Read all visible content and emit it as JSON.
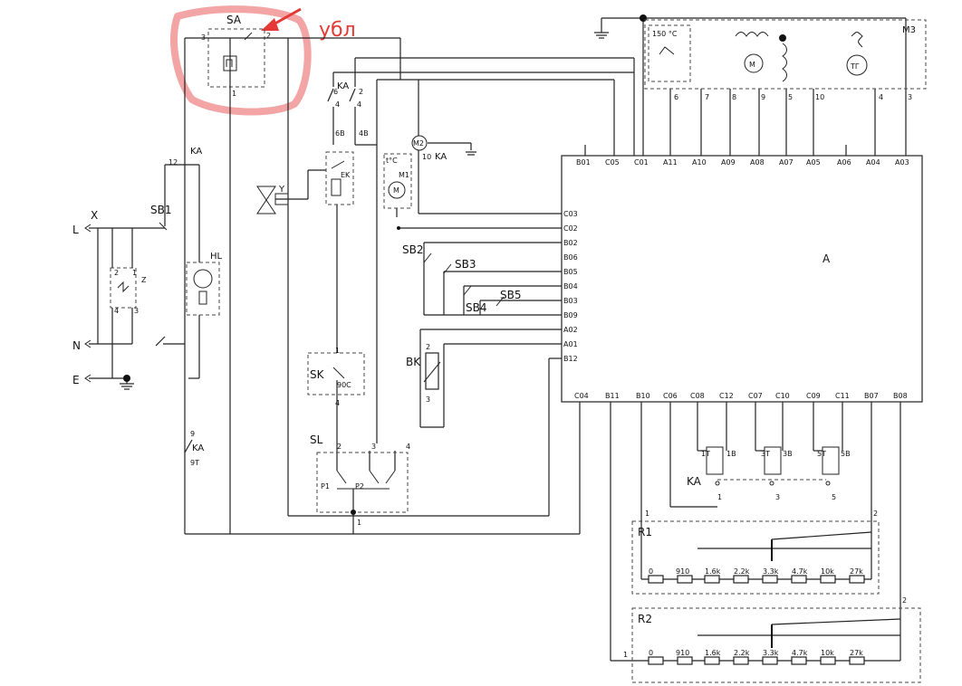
{
  "annotation": {
    "text": "убл",
    "color": "#e53935",
    "highlight_color": "#f3a5a5"
  },
  "mains": {
    "phase": "L",
    "neutral": "N",
    "earth": "E",
    "connector": "X"
  },
  "components": {
    "SA": "SA",
    "KA": "KA",
    "SB1": "SB1",
    "HL": "HL",
    "Z": "Z",
    "Y": "Y",
    "EK": "EK",
    "M2": "M2",
    "M1": "M1",
    "M": "M",
    "SB2": "SB2",
    "SB3": "SB3",
    "SB4": "SB4",
    "SB5": "SB5",
    "BK": "BK",
    "SK": "SK",
    "SL": "SL",
    "P1": "P1",
    "P2": "P2",
    "A": "A",
    "M3": "M3",
    "TG": "ТГ",
    "R1": "R1",
    "R2": "R2",
    "temp": "150 °C",
    "pc": "t°C"
  },
  "pins": {
    "sa_left": "3",
    "sa_right": "2",
    "sa_bottom": "1",
    "ka_12": "12",
    "ka_6": "6",
    "ka_2": "2",
    "ka_4a": "4",
    "ka_4b": "4",
    "ka_6b": "6B",
    "ka_4b_lbl": "4B",
    "ka_10": "10",
    "ka_9": "9",
    "ka_9t": "9T",
    "z_2": "2",
    "z_1": "1",
    "z_4": "4",
    "z_3": "3",
    "sk_1": "1",
    "sk_4": "4",
    "sk_90": "90C",
    "sl_2": "2",
    "sl_3": "3",
    "sl_4": "4",
    "sl_1": "1",
    "bk_2": "2",
    "bk_3": "3",
    "m3_6": "6",
    "m3_7": "7",
    "m3_8": "8",
    "m3_9": "9",
    "m3_5": "5",
    "m3_10": "10",
    "m3_4": "4",
    "m3_3": "3",
    "ka3_1t": "1T",
    "ka3_1b": "1B",
    "ka3_3t": "3T",
    "ka3_3b": "3B",
    "ka3_5t": "5T",
    "ka3_5b": "5B",
    "ka3_1": "1",
    "ka3_3": "3",
    "ka3_5": "5",
    "r1_1": "1",
    "r1_2": "2",
    "r2_1": "1",
    "r2_2": "2"
  },
  "controller": {
    "label": "A",
    "top": [
      "B01",
      "C05",
      "C01",
      "A11",
      "A10",
      "A09",
      "A08",
      "A07",
      "A05",
      "A06",
      "A04",
      "A03"
    ],
    "left": [
      "C03",
      "C02",
      "B02",
      "B06",
      "B05",
      "B04",
      "B03",
      "B09",
      "A02",
      "A01",
      "B12"
    ],
    "bottom": [
      "C04",
      "B11",
      "B10",
      "C06",
      "C08",
      "C12",
      "C07",
      "C10",
      "C09",
      "C11",
      "B07",
      "B08"
    ]
  },
  "resistors": {
    "r1": [
      "0",
      "910",
      "1.6k",
      "2.2k",
      "3.3k",
      "4.7k",
      "10k",
      "27k"
    ],
    "r2": [
      "0",
      "910",
      "1.6k",
      "2.2k",
      "3.3k",
      "4.7k",
      "10k",
      "27k"
    ]
  }
}
